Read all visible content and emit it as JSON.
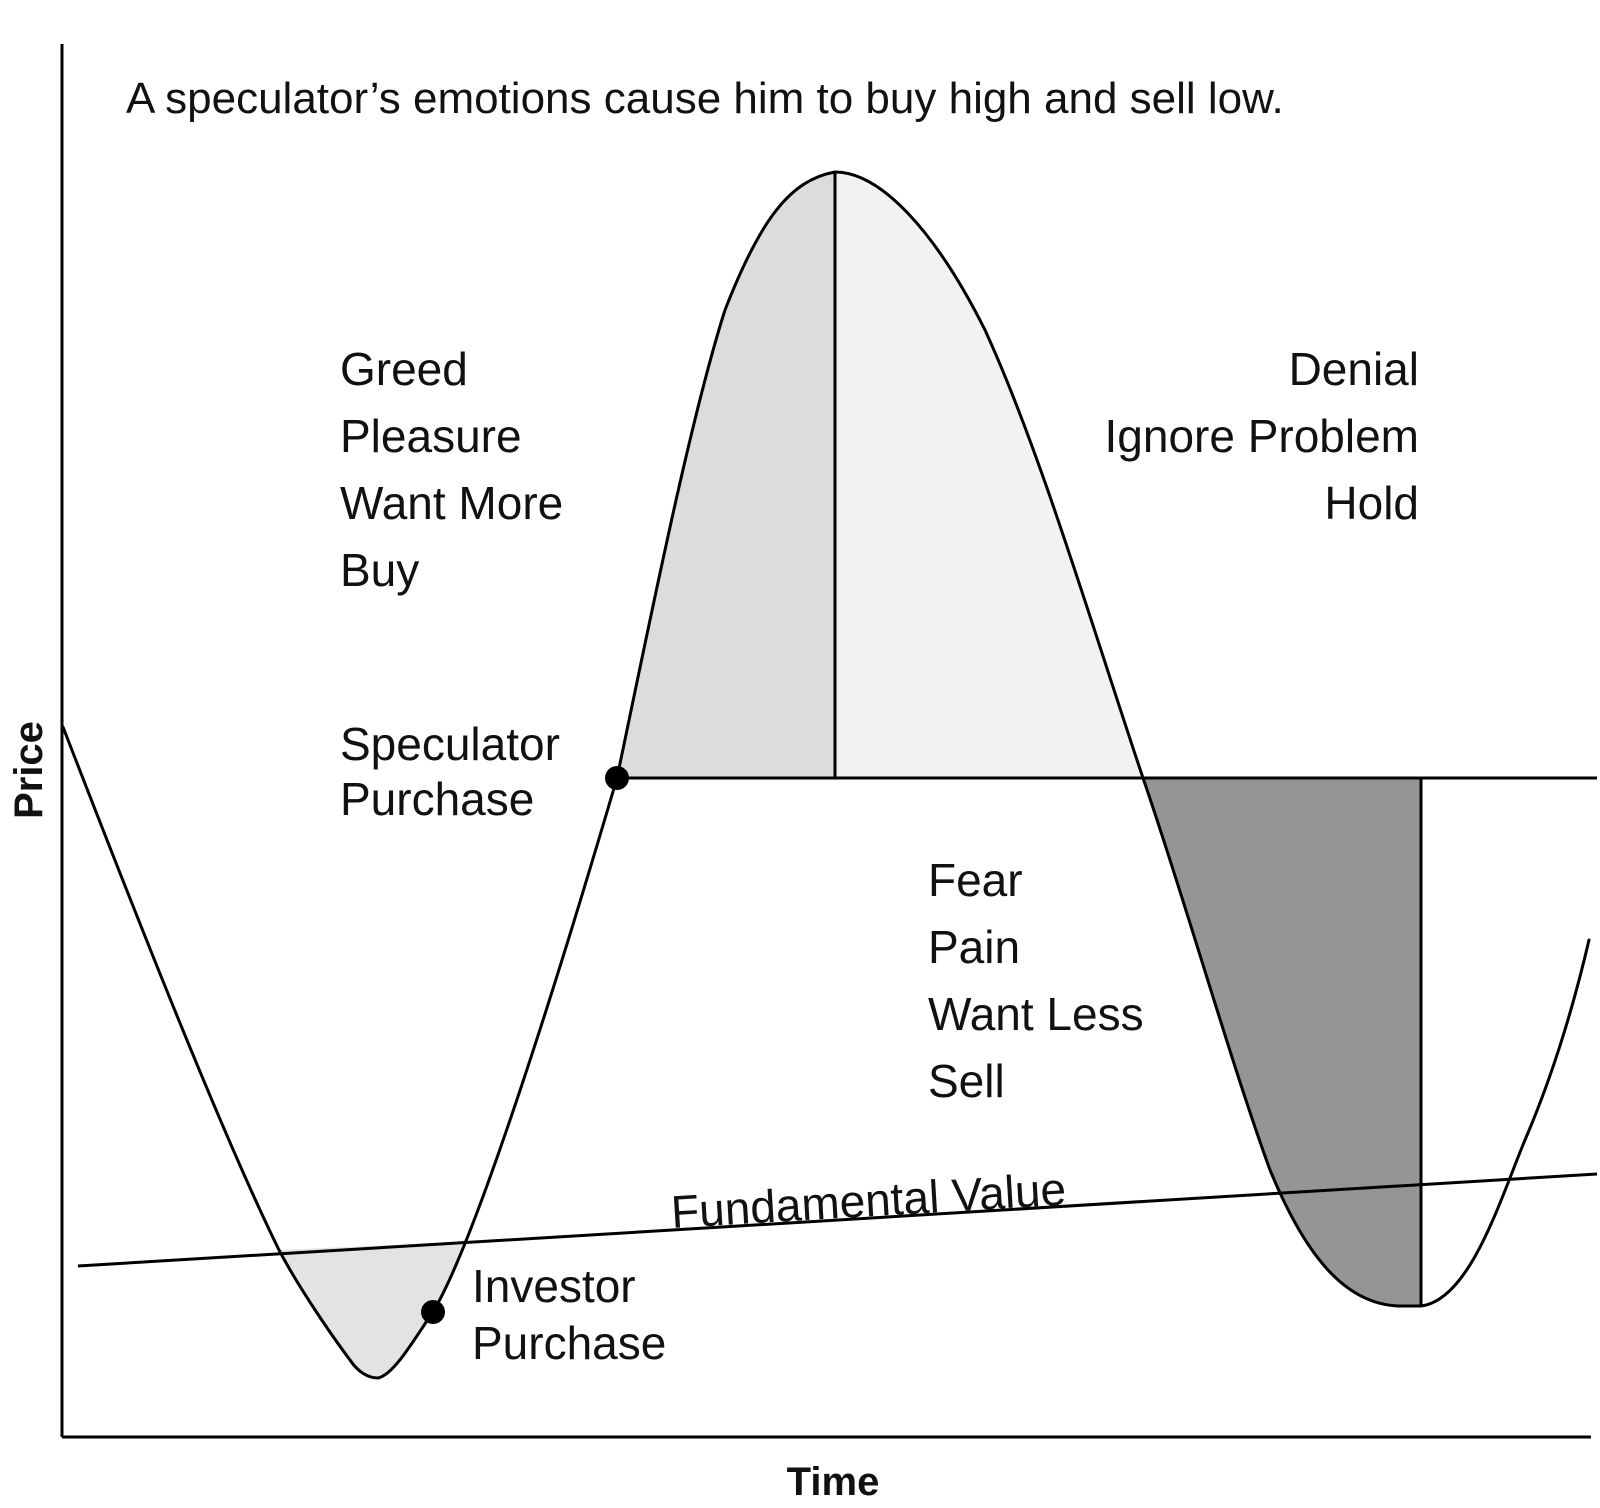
{
  "title": "A speculator’s emotions cause him to buy high and sell low.",
  "axes": {
    "x_label": "Time",
    "y_label": "Price"
  },
  "rise_emotions": [
    "Greed",
    "Pleasure",
    "Want More",
    "Buy"
  ],
  "peak_emotions": [
    "Denial",
    "Ignore Problem",
    "Hold"
  ],
  "fall_emotions": [
    "Fear",
    "Pain",
    "Want Less",
    "Sell"
  ],
  "speculator": [
    "Speculator",
    "Purchase"
  ],
  "investor": [
    "Investor",
    "Purchase"
  ],
  "fundamental_value": "Fundamental Value",
  "colors": {
    "greed_shade": "#dcdcdc",
    "denial_shade": "#f2f2f2",
    "fear_shade": "#959595",
    "investor_shade": "#e3e3e3",
    "ink": "#000000"
  }
}
